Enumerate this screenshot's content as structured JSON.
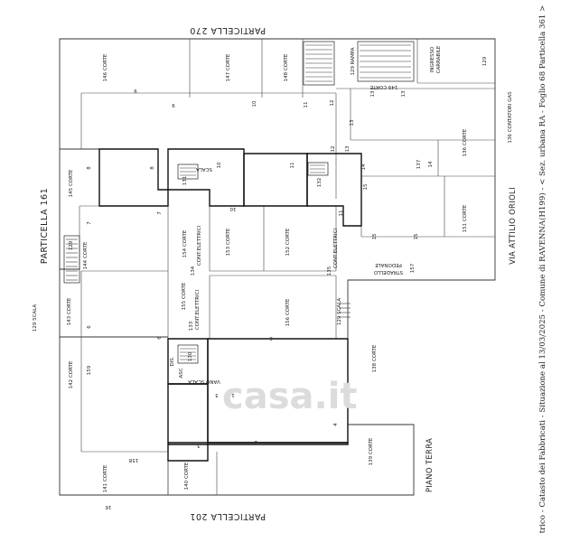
{
  "labels": {
    "top": "PARTICELLA 270",
    "bottom": "PARTICELLA 201",
    "left": "PARTICELLA 161",
    "right": "VIA ATTILIO ORIOLI",
    "floor": "PIANO TERRA",
    "footer": "trico - Catasto dei Fabbricati - Situazione al 13/03/2025 - Comune di RAVENNA(H199) - < Sez. urbana RA - Foglio 68 Particella 361 >",
    "watermark": "casa.it"
  },
  "areas": {
    "c146": "146 CORTE",
    "c147": "147 CORTE",
    "c148": "148 CORTE",
    "rampa": "129 RAMPA",
    "ingresso1": "INGRESSO",
    "ingresso2": "CARRABILE",
    "n129_tr": "129",
    "c149": "149 CORTE",
    "gas": "136 CONTATORI GAS",
    "c145": "145 CORTE",
    "c136": "136 CORTE",
    "c144": "144 CORTE",
    "c151": "151 CORTE",
    "c153": "153 CORTE",
    "c152": "152 CORTE",
    "c154": "154 CORTE",
    "ce134a": "134",
    "ce134b": "CONT.ELETTRICI",
    "ce135a": "135",
    "ce135b": "CONT.ELETTRICI",
    "str1": "STRADELLO",
    "str2": "PEDONALE",
    "n157": "157",
    "scala_l": "129 SCALA",
    "c143": "143 CORTE",
    "c155": "155 CORTE",
    "ce133a": "133",
    "ce133b": "CONT.ELETTRICI",
    "c156": "156 CORTE",
    "scala_r": "129 SCALA",
    "c138": "138 CORTE",
    "c142": "142 CORTE",
    "n159": "159",
    "n158": "158",
    "c141": "141 CORTE",
    "c140": "140 CORTE",
    "c139": "139 CORTE",
    "vano": "VANO SCALA",
    "n130": "130",
    "dis": "DIS.",
    "asc": "ASC",
    "scala_sm": "SCALA",
    "n131": "131",
    "n132": "132",
    "n137": "137",
    "n129_a": "129"
  },
  "markers": [
    "1",
    "2",
    "3",
    "4",
    "5",
    "6",
    "7",
    "8",
    "9",
    "10",
    "11",
    "12",
    "13",
    "14",
    "15",
    "16"
  ]
}
